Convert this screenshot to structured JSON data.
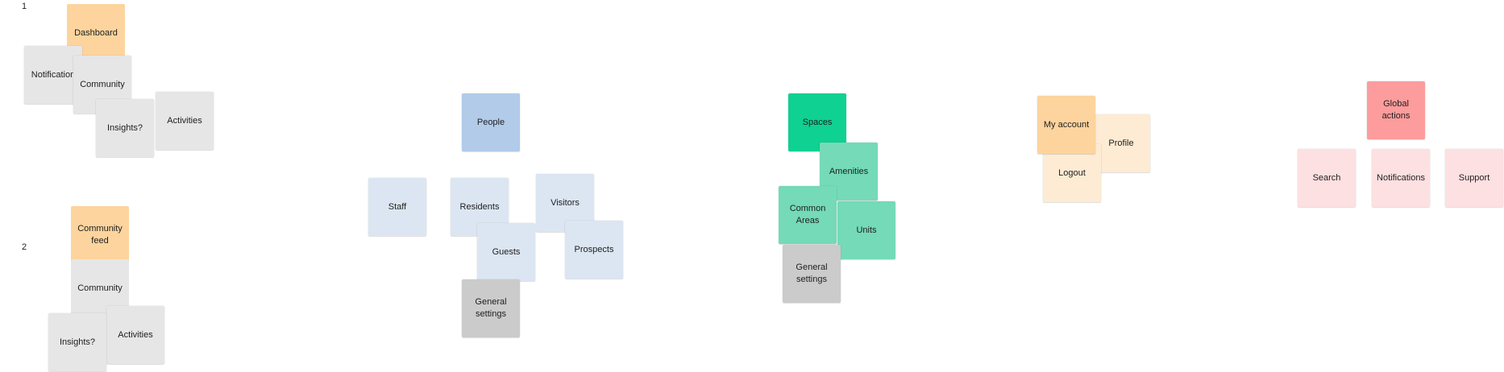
{
  "colors": {
    "orange": "#fdd49d",
    "light_orange": "#fdebd3",
    "grey": "#e6e6e6",
    "dark_grey": "#cbcbcb",
    "blue": "#b1cbe9",
    "light_blue": "#dce6f2",
    "green": "#0ed192",
    "light_green": "#74dab8",
    "red": "#fc9c9c",
    "light_red": "#fde0e1"
  },
  "group_numbers": [
    "1",
    "2"
  ],
  "stickies": [
    {
      "id": "dashboard",
      "text": "Dashboard",
      "color": "orange"
    },
    {
      "id": "notification",
      "text": "Notification",
      "color": "grey"
    },
    {
      "id": "community-1",
      "text": "Community",
      "color": "grey"
    },
    {
      "id": "activities-1",
      "text": "Activities",
      "color": "grey"
    },
    {
      "id": "insights-1",
      "text": "Insights?",
      "color": "grey"
    },
    {
      "id": "community-feed",
      "text": "Community\nfeed",
      "color": "orange"
    },
    {
      "id": "community-2",
      "text": "Community",
      "color": "grey"
    },
    {
      "id": "activities-2",
      "text": "Activities",
      "color": "grey"
    },
    {
      "id": "insights-2",
      "text": "Insights?",
      "color": "grey"
    },
    {
      "id": "people",
      "text": "People",
      "color": "blue"
    },
    {
      "id": "staff",
      "text": "Staff",
      "color": "light_blue"
    },
    {
      "id": "residents",
      "text": "Residents",
      "color": "light_blue"
    },
    {
      "id": "visitors",
      "text": "Visitors",
      "color": "light_blue"
    },
    {
      "id": "prospects",
      "text": "Prospects",
      "color": "light_blue"
    },
    {
      "id": "guests",
      "text": "Guests",
      "color": "light_blue"
    },
    {
      "id": "general-settings-people",
      "text": "General\nsettings",
      "color": "dark_grey"
    },
    {
      "id": "spaces",
      "text": "Spaces",
      "color": "green"
    },
    {
      "id": "amenities",
      "text": "Amenities",
      "color": "light_green"
    },
    {
      "id": "units",
      "text": "Units",
      "color": "light_green"
    },
    {
      "id": "common-areas",
      "text": "Common\nAreas",
      "color": "light_green"
    },
    {
      "id": "general-settings-spaces",
      "text": "General\nsettings",
      "color": "dark_grey"
    },
    {
      "id": "profile",
      "text": "Profile",
      "color": "light_orange"
    },
    {
      "id": "logout",
      "text": "Logout",
      "color": "light_orange"
    },
    {
      "id": "my-account",
      "text": "My account",
      "color": "orange"
    },
    {
      "id": "global-actions",
      "text": "Global\nactions",
      "color": "red"
    },
    {
      "id": "search",
      "text": "Search",
      "color": "light_red"
    },
    {
      "id": "notifications",
      "text": "Notifications",
      "color": "light_red"
    },
    {
      "id": "support",
      "text": "Support",
      "color": "light_red"
    }
  ]
}
